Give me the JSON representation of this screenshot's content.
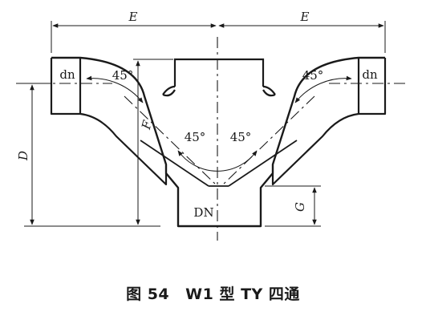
{
  "labels": {
    "dim_e_left": "E",
    "dim_e_right": "E",
    "dim_d": "D",
    "dim_f": "F",
    "dim_g": "G",
    "branch_left": "dn",
    "branch_right": "dn",
    "main_outlet": "DN",
    "angle_upper_left": "45°",
    "angle_upper_right": "45°",
    "angle_center_left": "45°",
    "angle_center_right": "45°"
  },
  "caption": {
    "figure_number": "图 54",
    "figure_title": "W1 型 TY 四通"
  }
}
